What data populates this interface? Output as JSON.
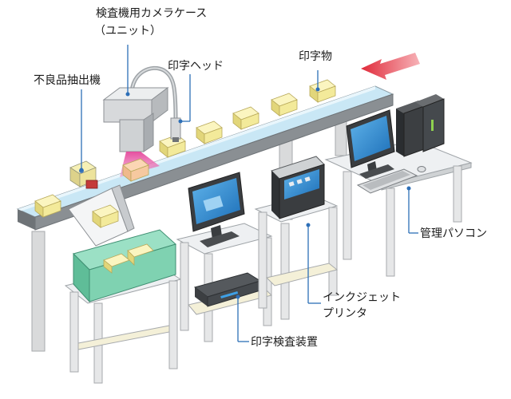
{
  "labels": {
    "camera_case": "検査機用カメラケース",
    "camera_case_sub": "（ユニット）",
    "print_head": "印字ヘッド",
    "printed_item": "印字物",
    "reject_unit": "不良品抽出機",
    "management_pc": "管理パソコン",
    "inkjet_printer_line1": "インクジェット",
    "inkjet_printer_line2": "プリンタ",
    "print_inspection_device": "印字検査装置"
  },
  "colors": {
    "conveyor_belt": "#c9e7f5",
    "conveyor_side": "#8a8f93",
    "product": "#f3ea9a",
    "rejected_bin": "#7fd2b1",
    "table_top": "#eef0f2",
    "table_leg": "#e6e7e8",
    "screen": "#2e8fd6",
    "flow_arrow": "#e8414f",
    "inspection_light": "#e4469a",
    "leader_line": "#2d6fb7"
  },
  "icons": {
    "flow_arrow": "arrow-left-icon",
    "monitor": "monitor-icon",
    "pc_tower": "pc-tower-icon",
    "camera": "camera-icon",
    "printer": "printer-icon"
  }
}
